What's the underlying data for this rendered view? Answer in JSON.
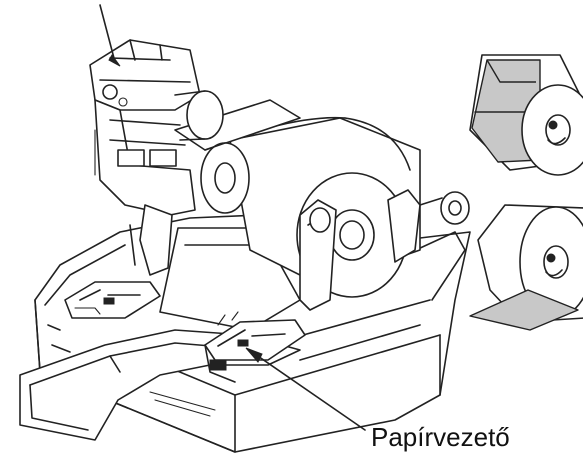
{
  "figure": {
    "callout_label": "Papírvezető",
    "colors": {
      "line": "#222222",
      "label_stock": "#c8c8c8",
      "background": "#ffffff"
    },
    "parts": [
      "printer-base",
      "print-head-assembly",
      "paper-roll",
      "paper-guides",
      "paper-sheet-exiting",
      "label-roll",
      "plain-paper-roll"
    ]
  }
}
